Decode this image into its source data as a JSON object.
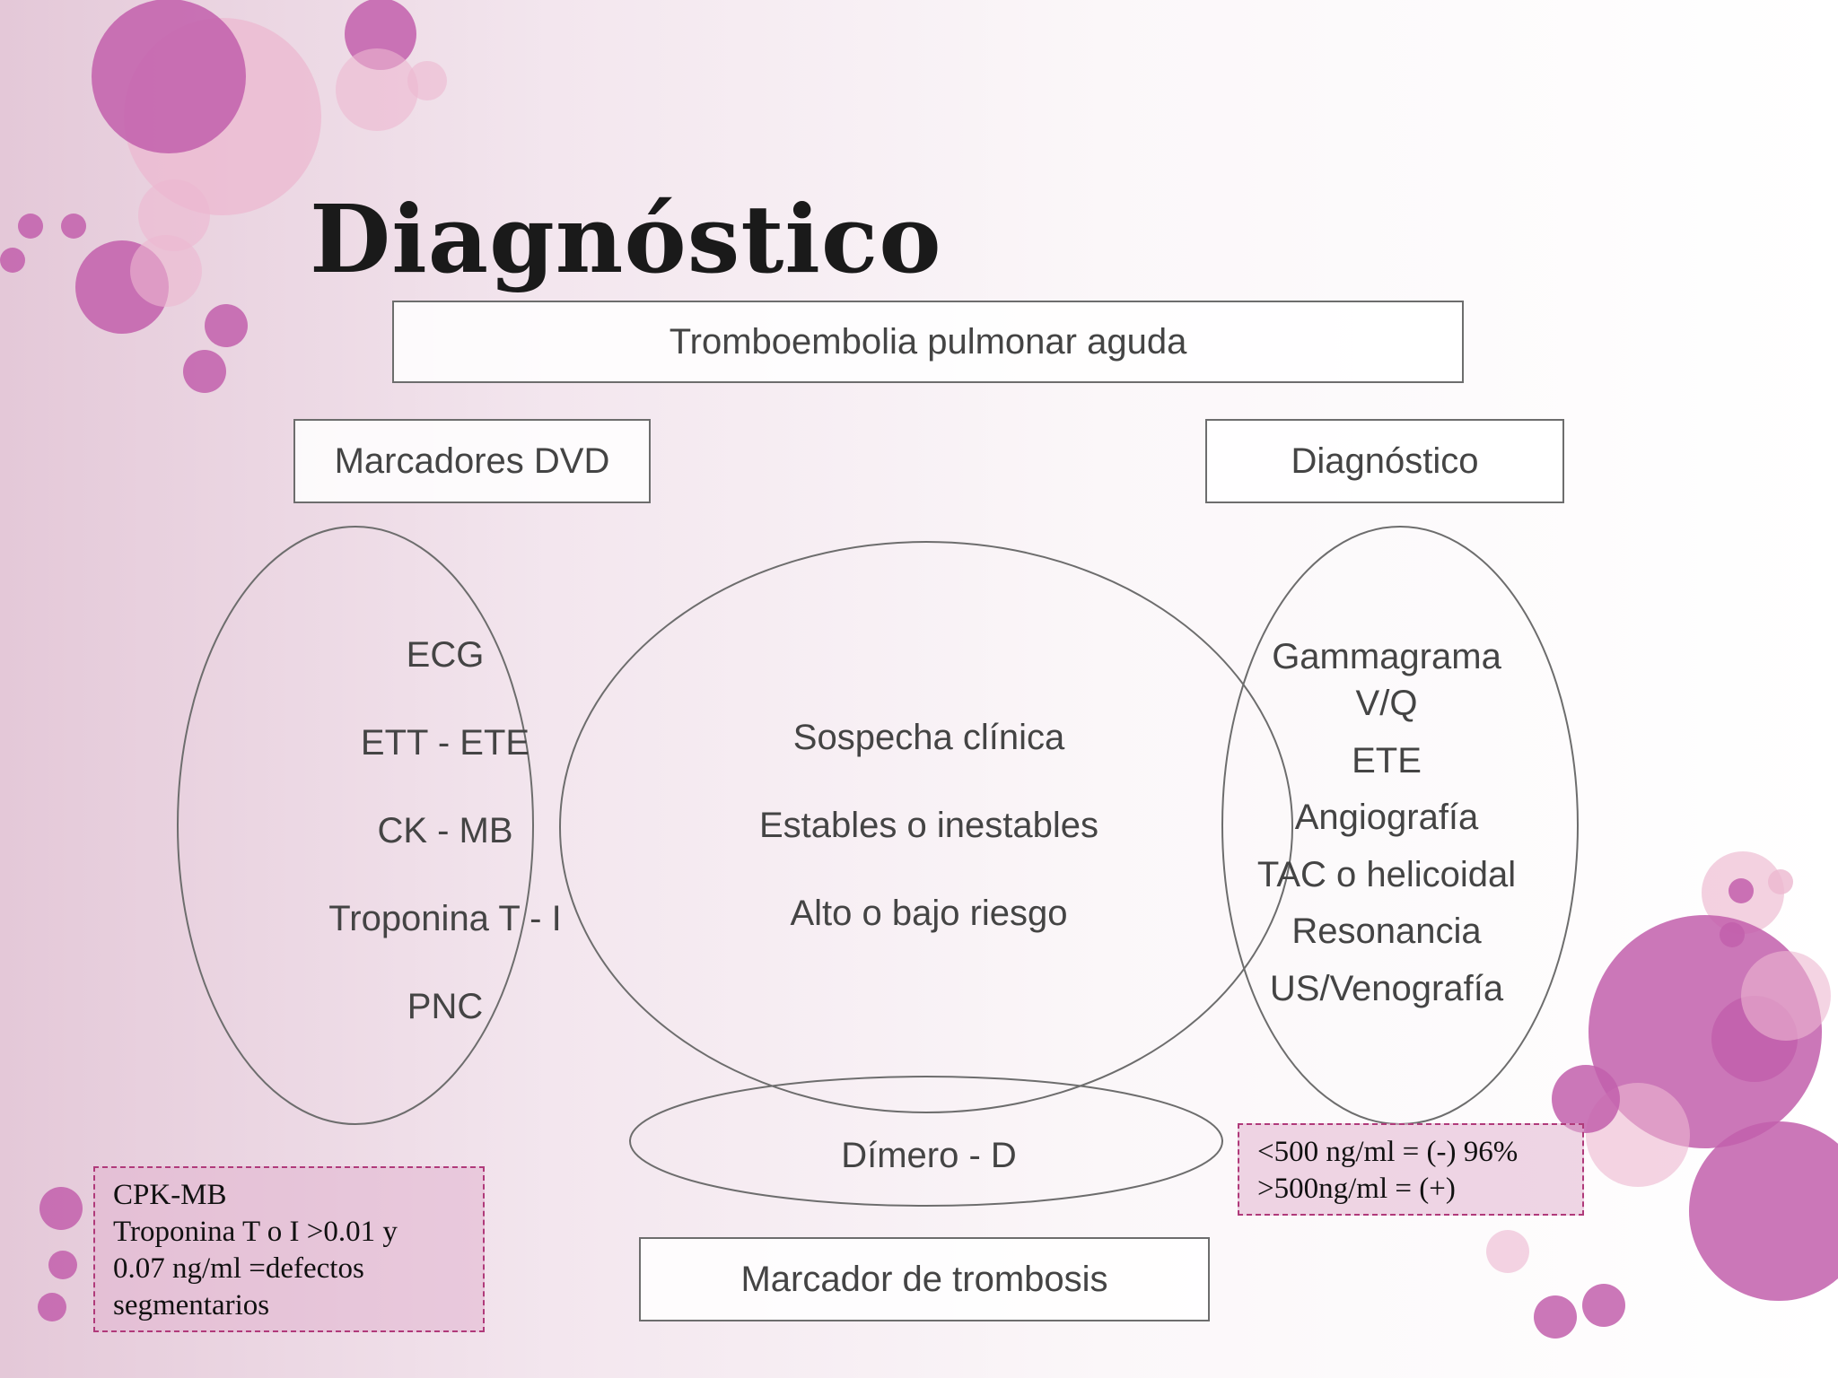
{
  "slide": {
    "title": "Diagnóstico",
    "colors": {
      "accent": "#c25fac",
      "light_accent": "#ecb8d0",
      "line": "#6d6d6d"
    }
  },
  "diagram": {
    "top_box": "Tromboembolia pulmonar aguda",
    "left_header": "Marcadores DVD",
    "right_header": "Diagnóstico",
    "bottom_box": "Marcador de trombosis",
    "left_items": [
      "ECG",
      "ETT - ETE",
      "CK - MB",
      "Troponina T - I",
      "PNC"
    ],
    "center_items": [
      "Sospecha clínica",
      "Estables o inestables",
      "Alto o bajo riesgo"
    ],
    "right_items": [
      "Gammagrama",
      "V/Q",
      "ETE",
      "Angiografía",
      "TAC o helicoidal",
      "Resonancia",
      "US/Venografía"
    ],
    "bottom_item": "Dímero - D"
  },
  "notes": {
    "left": [
      "CPK-MB",
      "Troponina T o I >0.01 y",
      "0.07 ng/ml =defectos",
      "segmentarios"
    ],
    "right": [
      "<500 ng/ml = (-) 96%",
      ">500ng/ml = (+)"
    ]
  }
}
